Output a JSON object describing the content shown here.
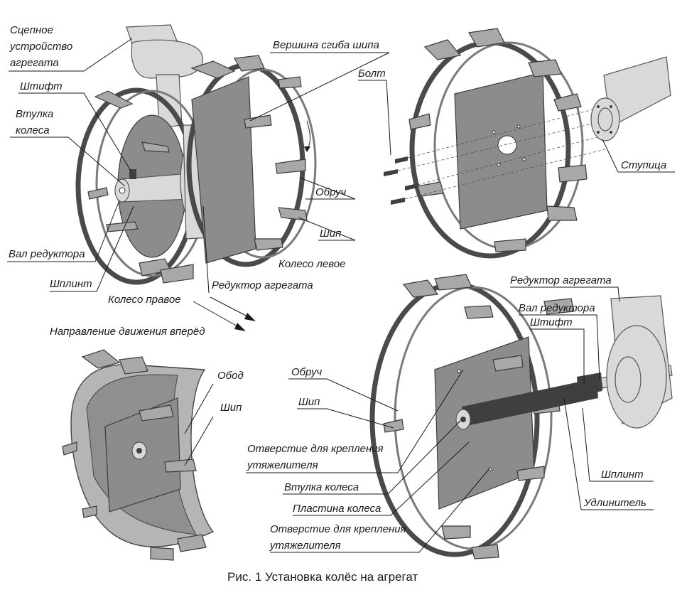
{
  "labels": {
    "hitch": [
      "Сцепное",
      "устройство",
      "агрегата"
    ],
    "pin_tl": "Штифт",
    "bushing_tl": [
      "Втулка",
      "колеса"
    ],
    "shaft_tl": "Вал редуктора",
    "cotter_tl": "Шплинт",
    "right_wheel": "Колесо правое",
    "gearbox_tl": "Редуктор агрегата",
    "left_wheel": "Колесо левое",
    "spike_tl": "Шип",
    "hoop_tl": "Обруч",
    "bend_top": "Вершина сгиба шипа",
    "bolt": "Болт",
    "hub": "Ступица",
    "direction": "Направление движения вперёд",
    "rim_bl": "Обод",
    "spike_bl": "Шип",
    "hoop_br": "Обруч",
    "spike_br": "Шип",
    "weight_hole_1": [
      "Отверстие для крепления",
      "утяжелителя"
    ],
    "bushing_br": "Втулка колеса",
    "plate_br": "Пластина колеса",
    "weight_hole_2": [
      "Отверстие для крепления",
      "утяжелителя"
    ],
    "gearbox_br": "Редуктор агрегата",
    "shaft_br": "Вал редуктора",
    "pin_br": "Штифт",
    "cotter_br": "Шплинт",
    "extender": "Удлинитель"
  },
  "caption": {
    "prefix": "Рис. 1",
    "text": "Установка колёс на агрегат"
  }
}
